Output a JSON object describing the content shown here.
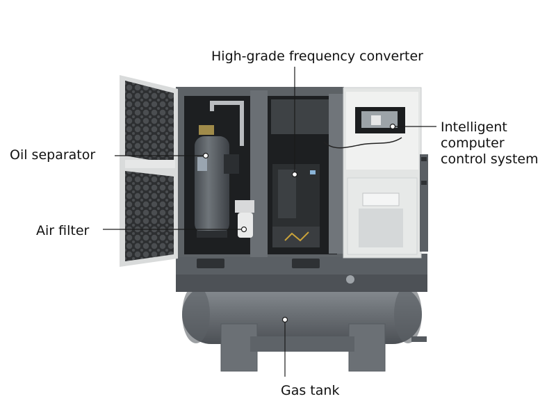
{
  "labels": {
    "frequency_converter": "High-grade frequency converter",
    "oil_separator": "Oil separator",
    "air_filter": "Air filter",
    "gas_tank": "Gas tank",
    "control_system": [
      "Intelligent",
      "computer",
      "control system"
    ]
  },
  "colors": {
    "cabinet": "#5d6266",
    "cabinet_dark": "#3b3f42",
    "tank": "#6e7378",
    "panel": "#e9ebea",
    "leader": "#1a1a1a"
  }
}
